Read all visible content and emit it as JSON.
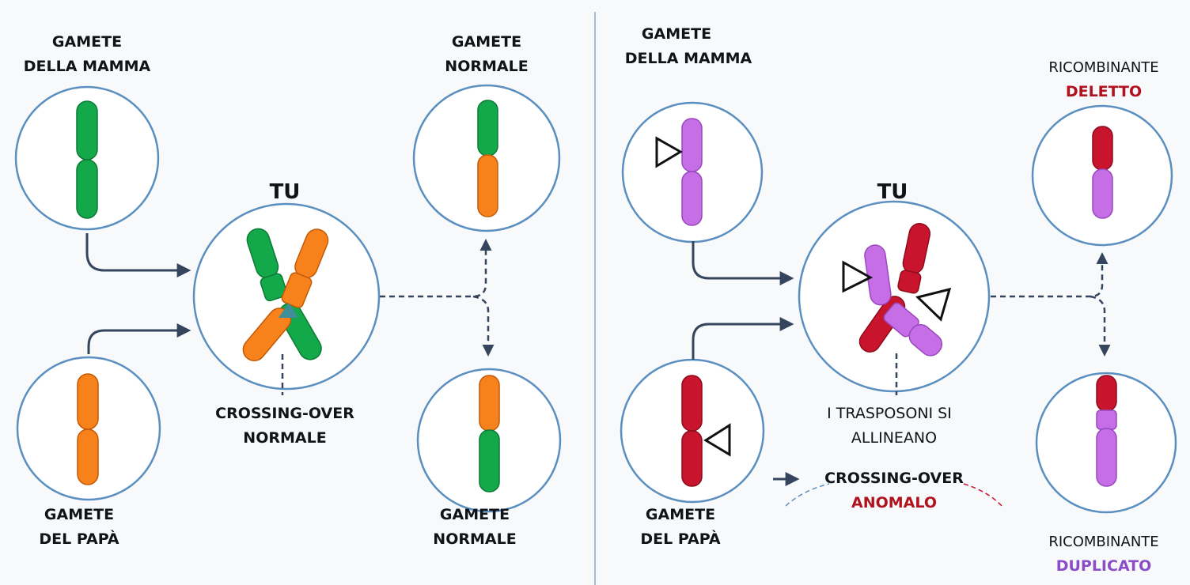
{
  "colors": {
    "green": "#13a84a",
    "orange": "#f7821c",
    "red": "#c8142c",
    "purple": "#c56ee6",
    "circle_stroke": "#5a8fc0",
    "arrow": "#36455e",
    "accent_red": "#b0121e",
    "accent_purple": "#8a4cc7"
  },
  "left_panel": {
    "mother_label": [
      "GAMETE",
      "DELLA MAMMA"
    ],
    "father_label": [
      "GAMETE",
      "DEL PAPÀ"
    ],
    "child_label": "TU",
    "crossing_label": [
      "CROSSING-OVER",
      "NORMALE"
    ],
    "result_top_label": [
      "GAMETE",
      "NORMALE"
    ],
    "result_bottom_label": [
      "GAMETE",
      "NORMALE"
    ]
  },
  "right_panel": {
    "mother_label": [
      "GAMETE",
      "DELLA MAMMA"
    ],
    "father_label": [
      "GAMETE",
      "DEL PAPÀ"
    ],
    "child_label": "TU",
    "transposon_label": [
      "I TRASPOSONI SI",
      "ALLINEANO"
    ],
    "crossing_label": [
      "CROSSING-OVER",
      "ANOMALO"
    ],
    "result_top_label": [
      "RICOMBINANTE",
      "DELETTO"
    ],
    "result_bottom_label": [
      "RICOMBINANTE",
      "DUPLICATO"
    ]
  }
}
